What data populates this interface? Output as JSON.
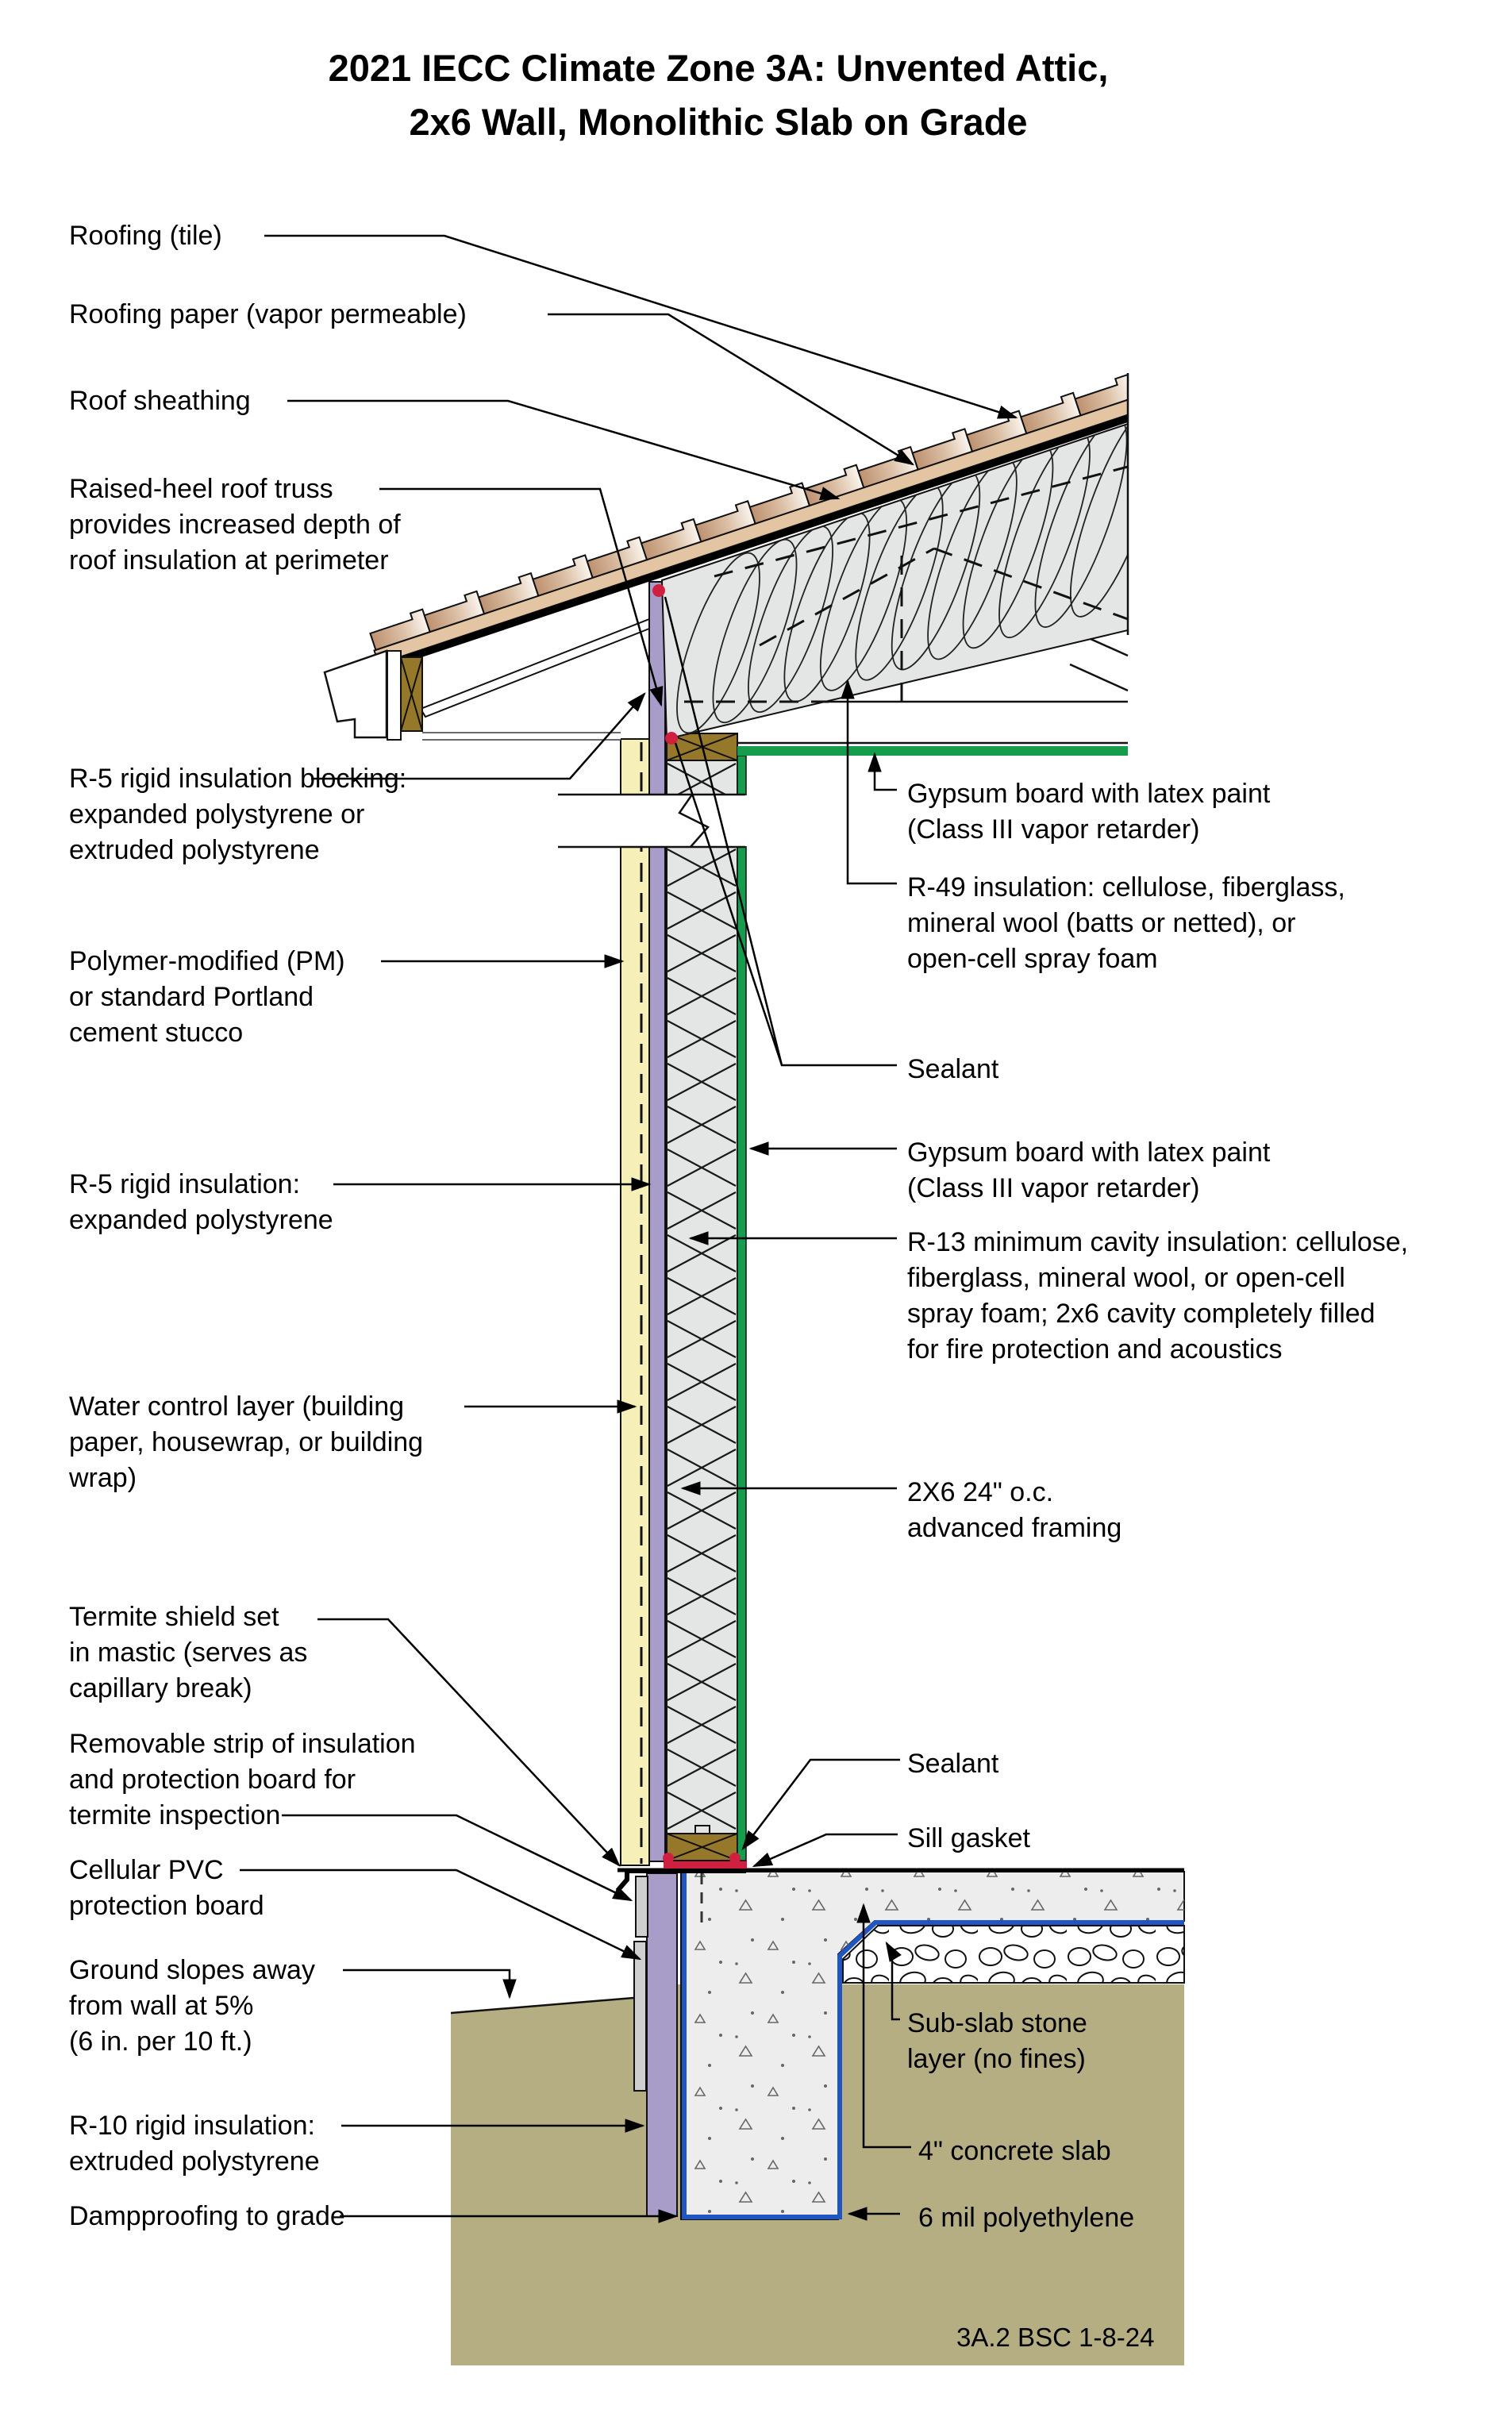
{
  "title": {
    "line1": "2021 IECC Climate Zone 3A: Unvented Attic,",
    "line2": "2x6 Wall, Monolithic Slab on Grade"
  },
  "drawing_number": "3A.2 BSC 1-8-24",
  "labels": {
    "left": [
      {
        "text": "Roofing (tile)"
      },
      {
        "text": "Roofing paper (vapor permeable)"
      },
      {
        "text": "Roof sheathing"
      },
      {
        "text": "Raised-heel roof truss\nprovides increased depth of\nroof insulation at perimeter"
      },
      {
        "text": "R-5 rigid insulation blocking:\nexpanded polystyrene or\nextruded polystyrene"
      },
      {
        "text": "Polymer-modified (PM)\nor standard Portland\ncement stucco"
      },
      {
        "text": "R-5 rigid insulation:\nexpanded polystyrene"
      },
      {
        "text": "Water control layer (building\npaper, housewrap, or building\nwrap)"
      },
      {
        "text": "Termite shield set\nin mastic (serves as\ncapillary break)"
      },
      {
        "text": "Removable strip of insulation\nand protection board for\ntermite inspection"
      },
      {
        "text": "Cellular PVC\nprotection board"
      },
      {
        "text": "Ground slopes away\nfrom wall at 5%\n(6 in. per 10 ft.)"
      },
      {
        "text": "R-10 rigid insulation:\nextruded polystyrene"
      },
      {
        "text": "Dampproofing to grade"
      }
    ],
    "right": [
      {
        "text": "Gypsum board with latex paint\n(Class III vapor retarder)"
      },
      {
        "text": "R-49 insulation: cellulose, fiberglass,\nmineral wool (batts or netted), or\nopen-cell spray foam"
      },
      {
        "text": "Sealant"
      },
      {
        "text": "Gypsum board with latex paint\n(Class III vapor retarder)"
      },
      {
        "text": "R-13 minimum cavity insulation: cellulose,\nfiberglass, mineral wool, or open-cell\nspray foam; 2x6 cavity completely filled\nfor fire protection and acoustics"
      },
      {
        "text": "2X6 24\" o.c.\nadvanced framing"
      },
      {
        "text": "Sealant"
      },
      {
        "text": "Sill gasket"
      },
      {
        "text": "Sub-slab stone\nlayer (no fines)"
      },
      {
        "text": "4\" concrete slab"
      },
      {
        "text": "6 mil polyethylene"
      }
    ]
  },
  "materials": {
    "stucco_yellow": "#f6f0b8",
    "rigid_insulation_purple": "#a89cc8",
    "gypsum_green": "#159c4c",
    "wood_brown": "#96782b",
    "sealant_red": "#cf2040",
    "soil_olive": "#b4ae82",
    "polyethylene_blue": "#2156c2",
    "concrete_gray": "#ededee",
    "attic_insulation_gray": "#e4e6e6",
    "tile_tan": "#c79d7c"
  }
}
